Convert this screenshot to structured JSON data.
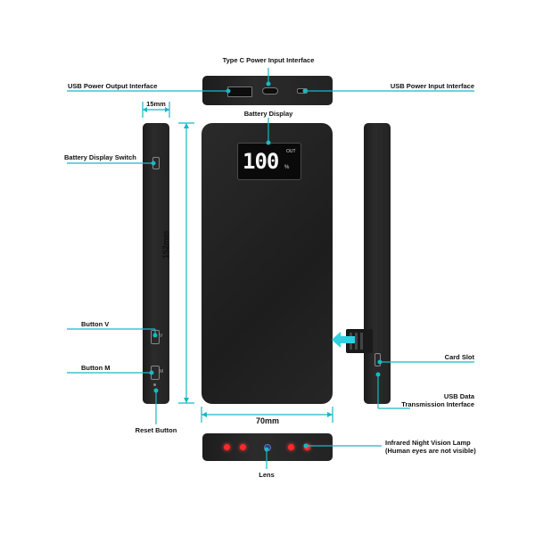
{
  "labels": {
    "type_c_input": "Type C Power Input Interface",
    "usb_output": "USB Power Output Interface",
    "usb_input": "USB Power Input Interface",
    "battery_display": "Battery Display",
    "battery_display_switch": "Battery Display Switch",
    "width_15": "15mm",
    "height_152": "152mm",
    "width_70": "70mm",
    "button_v": "Button V",
    "button_m": "Button M",
    "reset_button": "Reset Button",
    "card_slot": "Card Slot",
    "usb_data_1": "USB Data",
    "usb_data_2": "Transmission Interface",
    "ir_lamp_1": "Infrared Night Vision Lamp",
    "ir_lamp_2": "(Human eyes are not visible)",
    "lens": "Lens"
  },
  "display": {
    "value": "100",
    "unit": "%",
    "out": "OUT"
  },
  "side_buttons": {
    "v": "V",
    "m": "M"
  },
  "colors": {
    "accent": "#19b8c4",
    "body": "#242424",
    "screen": "#0a0a0a",
    "ir": "#ff2a2a"
  }
}
